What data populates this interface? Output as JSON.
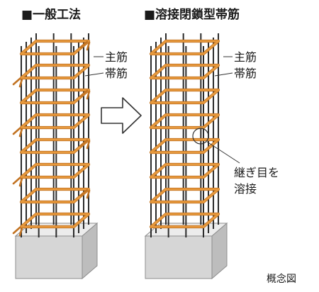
{
  "left": {
    "heading": "■一般工法",
    "labels": {
      "main_bar": "主筋",
      "hoop": "帯筋"
    }
  },
  "right": {
    "heading": "■溶接閉鎖型帯筋",
    "labels": {
      "main_bar": "主筋",
      "hoop": "帯筋",
      "weld_line1": "継ぎ目を",
      "weld_line2": "溶接"
    }
  },
  "caption": "概念図",
  "colors": {
    "hoop": "#E79A3E",
    "hoop_dark": "#C27322",
    "main_bar": "#2b2b2b",
    "concrete": "#d8d8d8"
  }
}
